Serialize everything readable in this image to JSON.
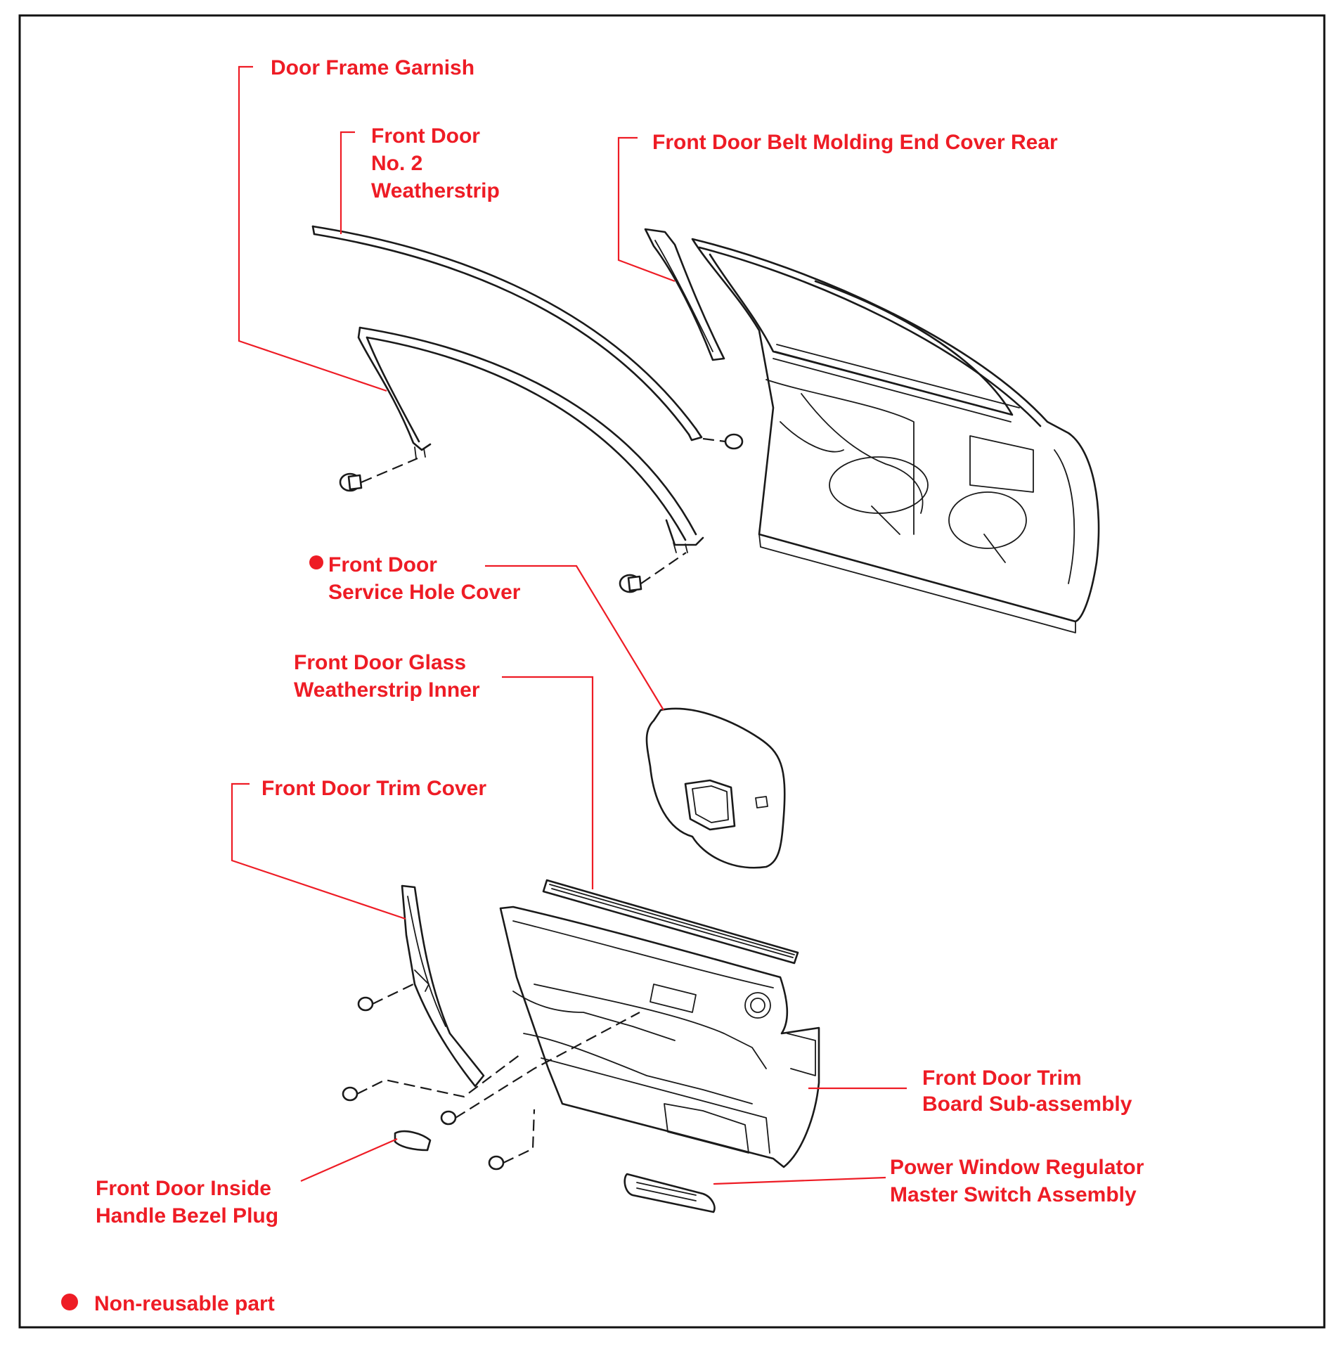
{
  "labels": {
    "door_frame_garnish": "Door Frame Garnish",
    "weatherstrip_no2": [
      "Front Door",
      "No. 2",
      "Weatherstrip"
    ],
    "belt_molding_end_cover": "Front Door Belt Molding End Cover Rear",
    "service_hole_cover": [
      "Front Door",
      "Service Hole Cover"
    ],
    "glass_weatherstrip_inner": [
      "Front Door Glass",
      "Weatherstrip Inner"
    ],
    "trim_cover": "Front Door Trim Cover",
    "trim_board": [
      "Front Door Trim",
      "Board Sub-assembly"
    ],
    "master_switch": [
      "Power Window Regulator",
      "Master Switch Assembly"
    ],
    "bezel_plug": [
      "Front Door Inside",
      "Handle Bezel Plug"
    ]
  },
  "legend": {
    "label": "Non-reusable part"
  },
  "colors": {
    "label_red": "#ee1c25",
    "line_art": "#1a1a1a",
    "background": "#ffffff"
  },
  "markers": {
    "non_reusable": "filled-red-dot"
  }
}
